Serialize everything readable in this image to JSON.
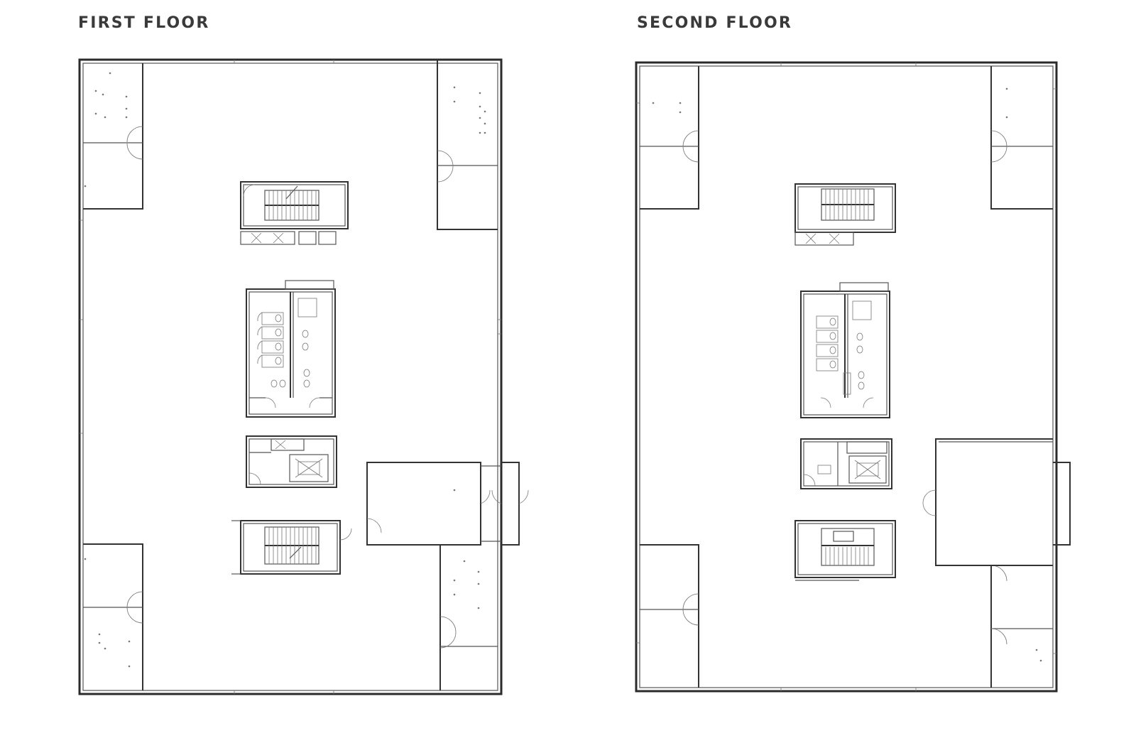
{
  "floors": [
    {
      "id": "first",
      "title": "FIRST FLOOR"
    },
    {
      "id": "second",
      "title": "SECOND FLOOR"
    }
  ],
  "colors": {
    "title": "#3a3a3a",
    "wall": "#2b2b2b",
    "background": "#ffffff"
  }
}
